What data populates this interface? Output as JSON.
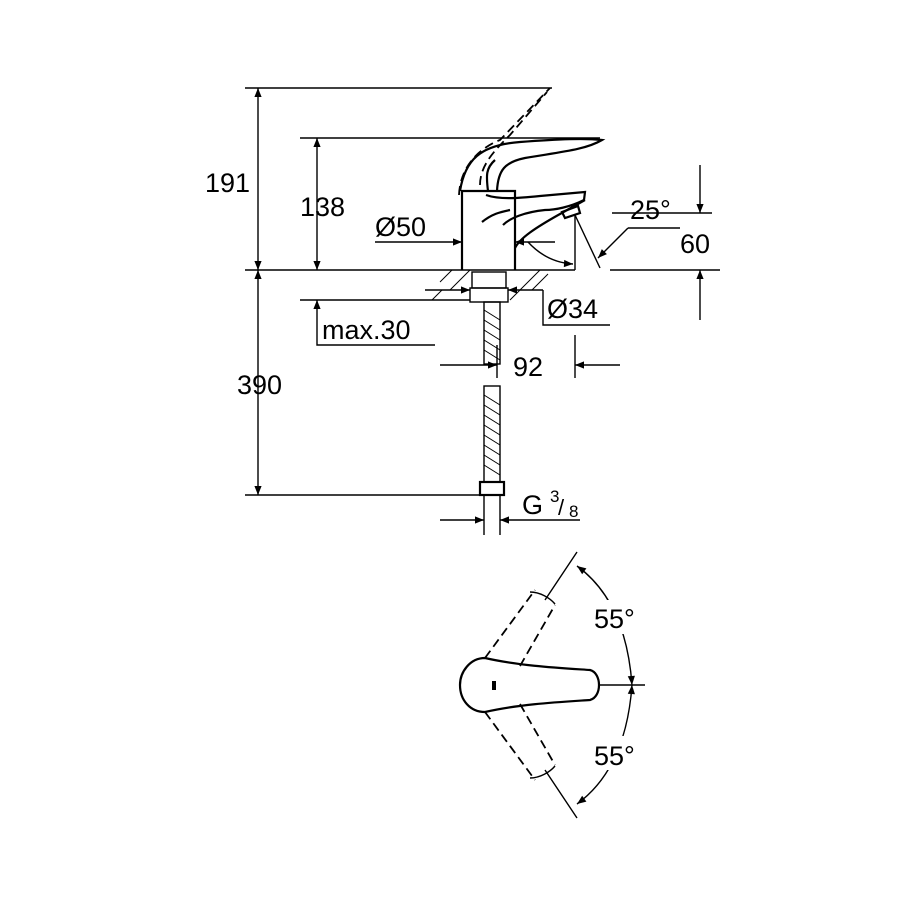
{
  "title": "Basin mixer dimension drawing",
  "dimensions": {
    "total_height": "191",
    "spout_height": "138",
    "body_diameter": "Ø50",
    "flange_diameter": "Ø34",
    "spout_angle": "25°",
    "spout_outlet_height": "60",
    "max_counter_thickness": "max.30",
    "projection": "92",
    "hose_length": "390",
    "connection_thread": "G",
    "thread_num": "3",
    "thread_den": "8",
    "lever_angle_upper": "55°",
    "lever_angle_lower": "55°"
  }
}
